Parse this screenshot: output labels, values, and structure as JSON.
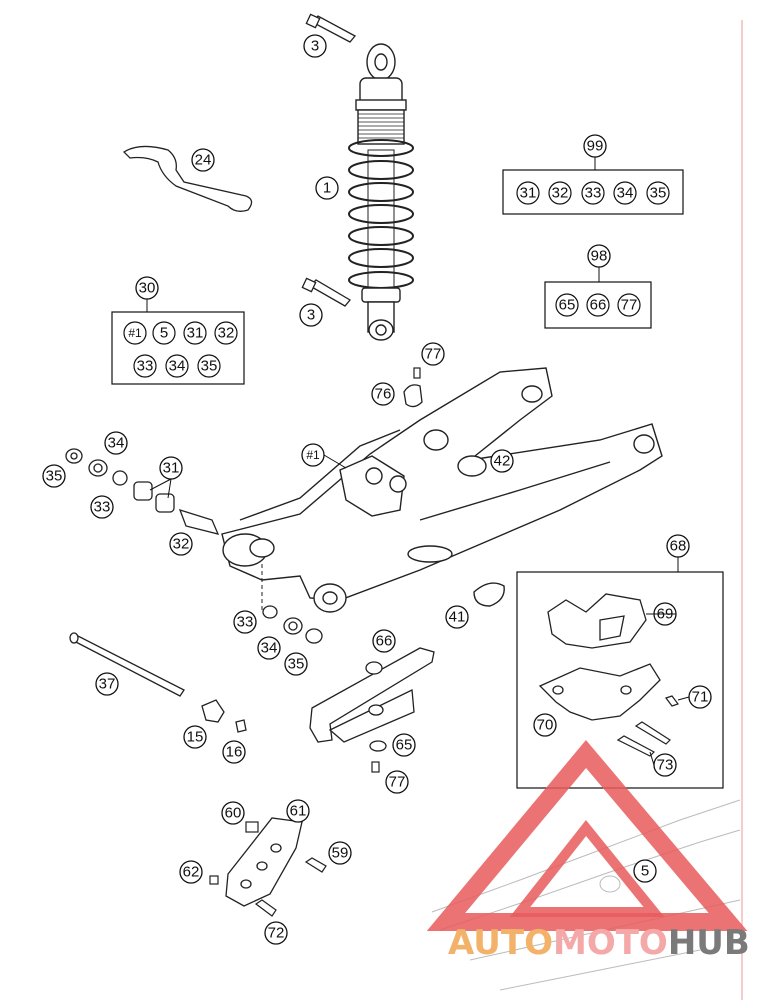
{
  "diagram": {
    "callouts": {
      "c3a": "3",
      "c24": "24",
      "c1": "1",
      "c3b": "3",
      "c99": "99",
      "c98": "98",
      "c30": "30",
      "c77a": "77",
      "c76": "76",
      "c34a": "34",
      "c35a": "35",
      "c33a": "33",
      "c31": "31",
      "c42": "42",
      "c1b": "#1",
      "c32": "32",
      "c68": "68",
      "c69": "69",
      "c70": "70",
      "c71": "71",
      "c73": "73",
      "c41": "41",
      "c66": "66",
      "c33b": "33",
      "c34b": "34",
      "c35b": "35",
      "c37": "37",
      "c15": "15",
      "c16": "16",
      "c65": "65",
      "c77b": "77",
      "c60": "60",
      "c61": "61",
      "c59": "59",
      "c62": "62",
      "c72": "72",
      "c5": "5"
    },
    "box30": [
      "#1",
      "5",
      "31",
      "32",
      "33",
      "34",
      "35"
    ],
    "box99": [
      "31",
      "32",
      "33",
      "34",
      "35"
    ],
    "box98": [
      "65",
      "66",
      "77"
    ]
  },
  "watermark": {
    "part1": "AUTO",
    "part2": "MOTO",
    "part3": "HUB",
    "colors": {
      "part1": "#f3b26a",
      "part2": "#f4a8a8",
      "part3": "#7a7a7a",
      "triangle": "#e95a5a"
    }
  }
}
